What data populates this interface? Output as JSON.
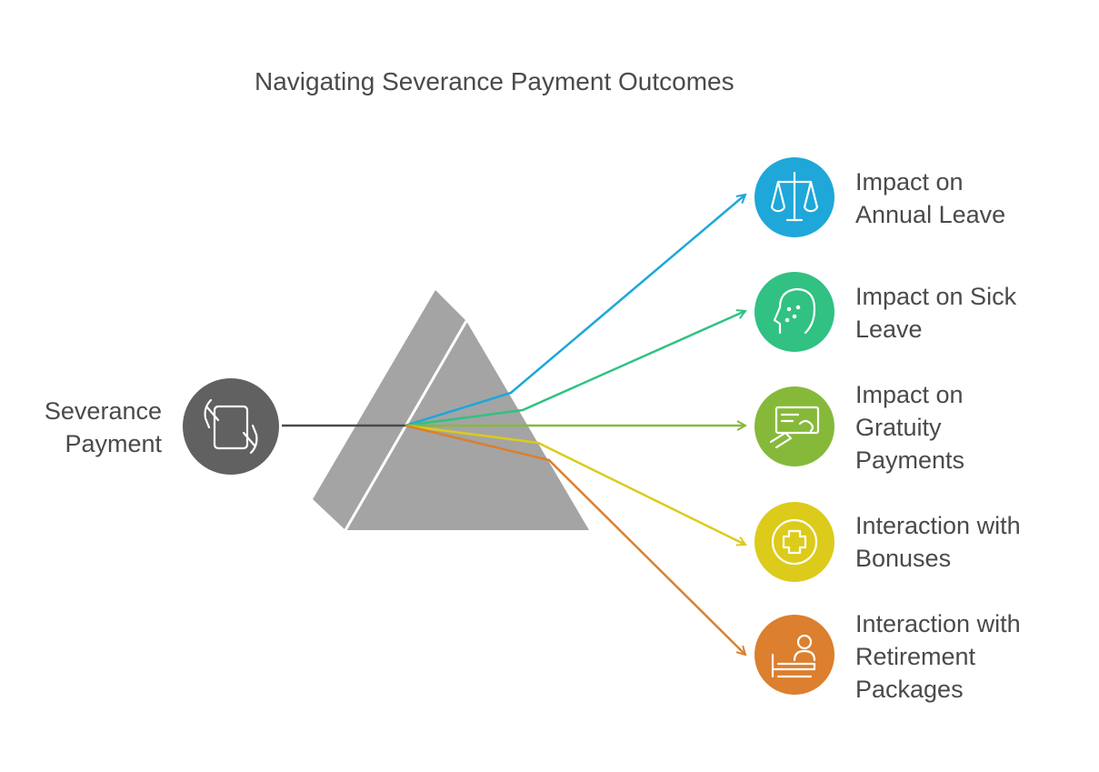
{
  "title": "Navigating Severance Payment Outcomes",
  "source": {
    "label_lines": [
      "Severance",
      "Payment"
    ],
    "icon": "hands-holding-tablet-icon",
    "color": "#616161"
  },
  "prism_color": "#a4a4a4",
  "outcomes": [
    {
      "lines": [
        "Impact on",
        "Annual Leave"
      ],
      "icon": "balance-scale-icon",
      "color": "#1ea7d8"
    },
    {
      "lines": [
        "Impact on Sick",
        "Leave"
      ],
      "icon": "sick-face-icon",
      "color": "#31c182"
    },
    {
      "lines": [
        "Impact on",
        "Gratuity",
        "Payments"
      ],
      "icon": "payment-check-icon",
      "color": "#86b93a"
    },
    {
      "lines": [
        "Interaction with",
        "Bonuses"
      ],
      "icon": "plus-circle-icon",
      "color": "#dccb1a"
    },
    {
      "lines": [
        "Interaction with",
        "Retirement",
        "Packages"
      ],
      "icon": "retiree-recliner-icon",
      "color": "#dc7f2e"
    }
  ]
}
